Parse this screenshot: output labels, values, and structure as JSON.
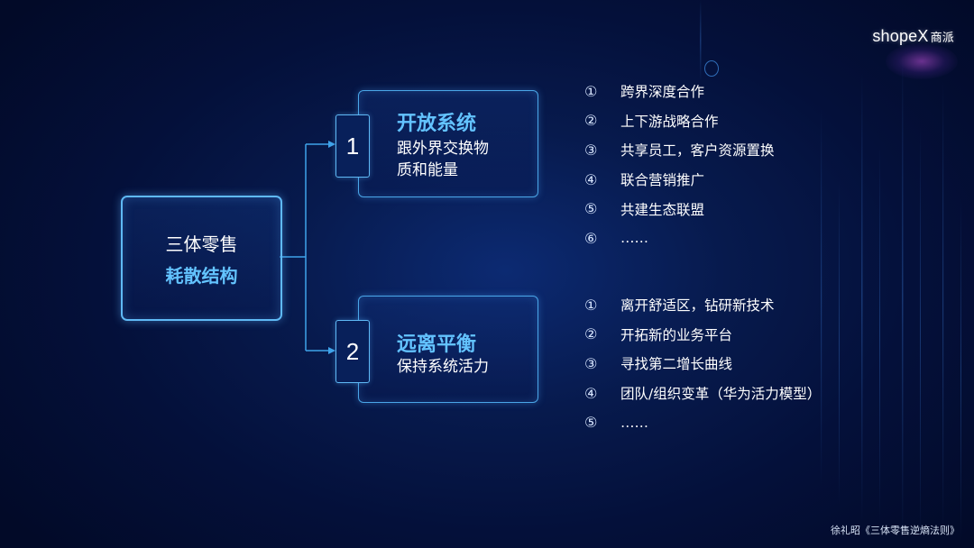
{
  "logo": {
    "brand": "shope",
    "brand_x": "X",
    "brand_cn": "商派"
  },
  "center": {
    "line1": "三体零售",
    "line2": "耗散结构"
  },
  "branches": [
    {
      "number": "1",
      "title": "开放系统",
      "desc_line1": "跟外界交换物",
      "desc_line2": "质和能量",
      "items": [
        {
          "index": "①",
          "text": "跨界深度合作"
        },
        {
          "index": "②",
          "text": "上下游战略合作"
        },
        {
          "index": "③",
          "text": "共享员工，客户资源置换"
        },
        {
          "index": "④",
          "text": "联合营销推广"
        },
        {
          "index": "⑤",
          "text": "共建生态联盟"
        },
        {
          "index": "⑥",
          "text": "……"
        }
      ]
    },
    {
      "number": "2",
      "title": "远离平衡",
      "desc_line1": "保持系统活力",
      "items": [
        {
          "index": "①",
          "text": "离开舒适区，钻研新技术"
        },
        {
          "index": "②",
          "text": "开拓新的业务平台"
        },
        {
          "index": "③",
          "text": "寻找第二增长曲线"
        },
        {
          "index": "④",
          "text": "团队/组织变革（华为活力模型）"
        },
        {
          "index": "⑤",
          "text": "……"
        }
      ]
    }
  ],
  "footer": "徐礼昭《三体零售逆熵法则》",
  "colors": {
    "accent": "#63c3ff",
    "border": "#5fb9f5",
    "background": "#04103a"
  }
}
